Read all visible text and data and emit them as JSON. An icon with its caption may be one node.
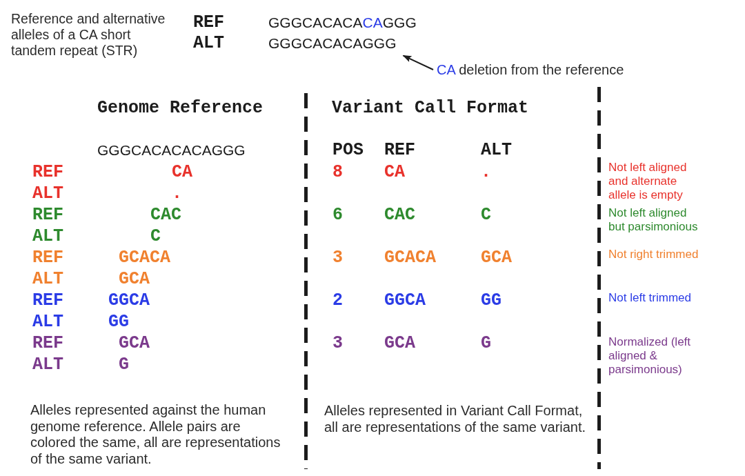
{
  "diagram": {
    "nodes": [
      {
        "text": [
          "GGGCACACAGGG"
        ]
      },
      {
        "text": [
          "**CA** deletion from the reference"
        ]
      }
    ],
    "edges": [
      {
        "from": 1,
        "to": 0,
        "arrow": "to"
      }
    ],
    "labels": [
      "Reference and alternative alleles of a CA short tandem repeat (STR)",
      "REF",
      "GGGCACACA**CA**GGG",
      "ALT",
      "Genome Reference",
      "GGGCACACACAGGG",
      "REF",
      "CA",
      "ALT",
      ".",
      "REF",
      "CAC",
      "ALT",
      "C",
      "REF",
      "GCACA",
      "ALT",
      "GCA",
      "REF",
      "GGCA",
      "ALT",
      "GG",
      "REF",
      "GCA",
      "ALT",
      "G",
      "Alleles represented against the human genome reference. Allele pairs are colored the same, all are representations of the same variant.",
      "Variant Call Format",
      "POS",
      "REF",
      "ALT",
      "8",
      "CA",
      ".",
      "6",
      "CAC",
      "C",
      "3",
      "GCACA",
      "GCA",
      "2",
      "GGCA",
      "GG",
      "3",
      "GCA",
      "G",
      "Alleles represented in Variant Call Format, all are representations of the same variant.",
      "Not left aligned and alternate allele is empty",
      "Not left aligned but parsimonious",
      "Not right trimmed",
      "Not left trimmed",
      "Normalized (left aligned & parsimonious)"
    ]
  }
}
